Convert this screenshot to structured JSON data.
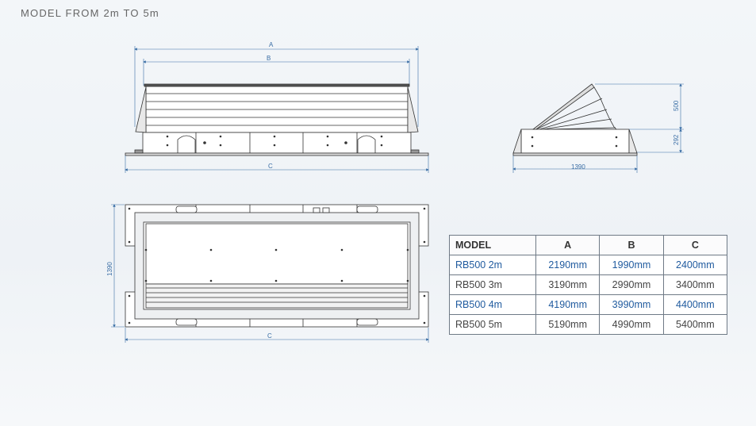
{
  "page": {
    "title": "MODEL FROM 2m TO 5m"
  },
  "front_view": {
    "label_a": "A",
    "label_b": "B",
    "label_c": "C"
  },
  "side_view": {
    "dim_height_open": "500",
    "dim_height_base": "292",
    "dim_width": "1390"
  },
  "top_view": {
    "dim_width": "1390",
    "label_c": "C"
  },
  "spec_table": {
    "headers": [
      "MODEL",
      "A",
      "B",
      "C"
    ],
    "rows": [
      [
        "RB500 2m",
        "2190mm",
        "1990mm",
        "2400mm"
      ],
      [
        "RB500 3m",
        "3190mm",
        "2990mm",
        "3400mm"
      ],
      [
        "RB500 4m",
        "4190mm",
        "3990mm",
        "4400mm"
      ],
      [
        "RB500 5m",
        "5190mm",
        "4990mm",
        "5400mm"
      ]
    ]
  },
  "colors": {
    "dimension": "#3a6ea5",
    "highlight_row": "#1f5a9e",
    "line": "#333333"
  }
}
